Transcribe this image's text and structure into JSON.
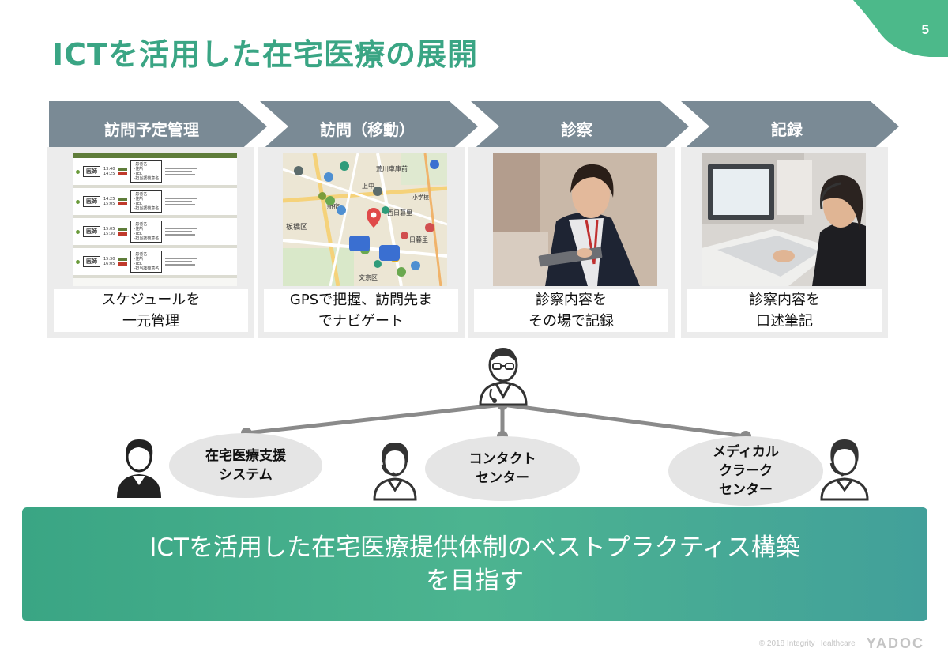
{
  "slide": {
    "page_number": "5",
    "title": "ICTを活用した在宅医療の展開",
    "accent_color": "#3aa584",
    "arrow_color": "#7a8a95"
  },
  "steps": [
    {
      "label": "訪問予定管理",
      "caption_1": "スケジュールを",
      "caption_2": "一元管理"
    },
    {
      "label": "訪問（移動）",
      "caption_1": "GPSで把握、訪問先ま",
      "caption_2": "でナビゲート"
    },
    {
      "label": "診察",
      "caption_1": "診察内容を",
      "caption_2": "その場で記録"
    },
    {
      "label": "記録",
      "caption_1": "診察内容を",
      "caption_2": "口述筆記"
    }
  ],
  "schedule": {
    "rows": [
      {
        "time_1": "13:40",
        "time_2": "14:25",
        "fields": [
          "-患者名",
          "-住所",
          "-TEL",
          "-担当護機意名"
        ]
      },
      {
        "time_1": "14:25",
        "time_2": "15:05",
        "fields": [
          "-患者名",
          "-住所",
          "-TEL",
          "-担当護機意名"
        ]
      },
      {
        "time_1": "15:05",
        "time_2": "15:30",
        "fields": [
          "-患者名",
          "-住所",
          "-TEL",
          "-担当護機意名"
        ]
      },
      {
        "time_1": "15:30",
        "time_2": "16:05",
        "fields": [
          "-患者名",
          "-住所",
          "-TEL",
          "-担当護機意名"
        ]
      }
    ],
    "role_label": "医師"
  },
  "map": {
    "labels": [
      "荒川車庫前",
      "上中",
      "西日暮里",
      "日暮里",
      "板橋区",
      "文京区",
      "小学校",
      "新宿"
    ]
  },
  "network": {
    "nodes": [
      {
        "line_1": "在宅医療支援",
        "line_2": "システム",
        "line_3": ""
      },
      {
        "line_1": "コンタクト",
        "line_2": "センター",
        "line_3": ""
      },
      {
        "line_1": "メディカル",
        "line_2": "クラーク",
        "line_3": "センター"
      }
    ]
  },
  "banner": {
    "line_1": "ICTを活用した在宅医療提供体制のベストプラクティス構築",
    "line_2": "を目指す"
  },
  "footer": {
    "copyright": "© 2018 Integrity Healthcare",
    "logo": "YADOC"
  }
}
